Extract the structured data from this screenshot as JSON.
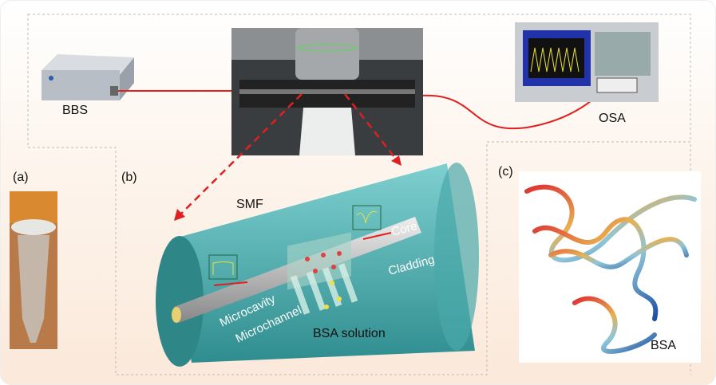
{
  "panels": {
    "a": "(a)",
    "b": "(b)",
    "c": "(c)"
  },
  "devices": {
    "source": "BBS",
    "analyzer": "OSA"
  },
  "fiber": {
    "title": "SMF",
    "core": "Core",
    "cladding": "Cladding",
    "cavity": "Microcavity",
    "channel": "Microchannel",
    "solution": "BSA solution"
  },
  "protein": {
    "label": "BSA"
  },
  "colors": {
    "fiber": "#5fbcbc",
    "light_path": "#e02020",
    "core": "#c8c8c8"
  }
}
